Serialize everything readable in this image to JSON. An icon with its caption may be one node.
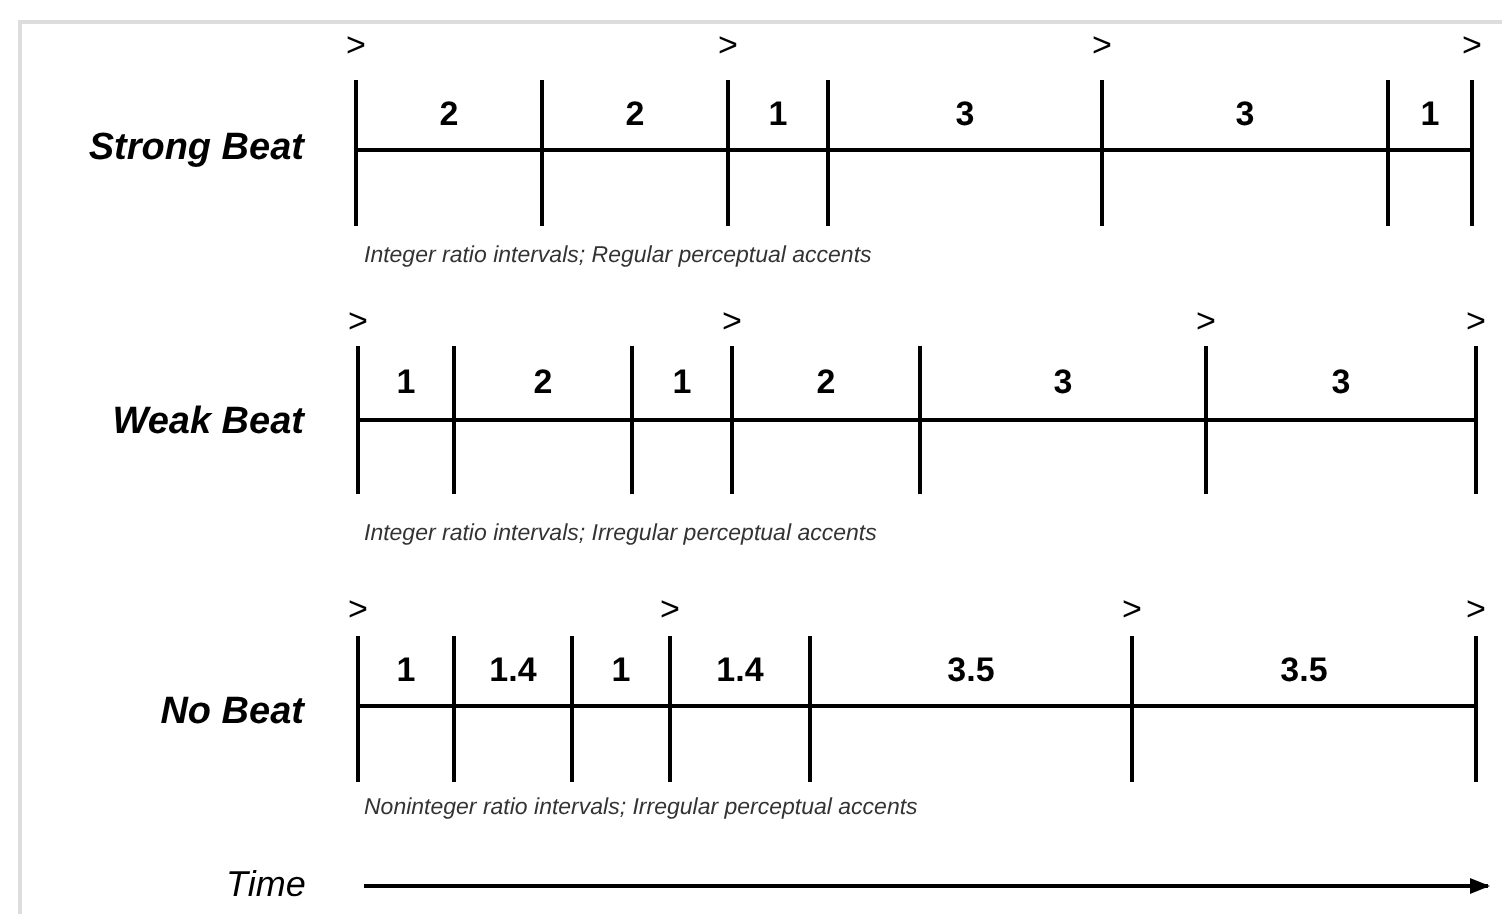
{
  "diagram": {
    "labels": [
      ">",
      ">",
      ">",
      ">",
      "Strong Beat",
      "2",
      "2",
      "1",
      "3",
      "3",
      "1",
      "Integer ratio intervals; Regular perceptual accents",
      ">",
      ">",
      ">",
      ">",
      "Weak Beat",
      "1",
      "2",
      "1",
      "2",
      "3",
      "3",
      "Integer ratio intervals; Irregular perceptual accents",
      ">",
      ">",
      ">",
      ">",
      "No Beat",
      "1",
      "1.4",
      "1",
      "1.4",
      "3.5",
      "3.5",
      "Noninteger ratio intervals; Irregular perceptual accents",
      "Time"
    ]
  }
}
